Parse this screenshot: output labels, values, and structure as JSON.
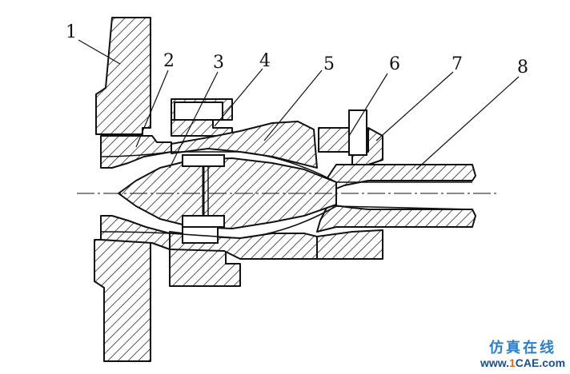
{
  "labels": [
    "1",
    "2",
    "3",
    "4",
    "5",
    "6",
    "7",
    "8"
  ],
  "watermark": {
    "line1": "仿真在线",
    "line2_prefix": "www.",
    "line2_brand_1": "1",
    "line2_brand_rest": "CAE",
    "line2_suffix": ".com"
  },
  "colors": {
    "line": "#111111",
    "watermark_blue": "#2a7fc8",
    "watermark_orange": "#e06a1a"
  }
}
